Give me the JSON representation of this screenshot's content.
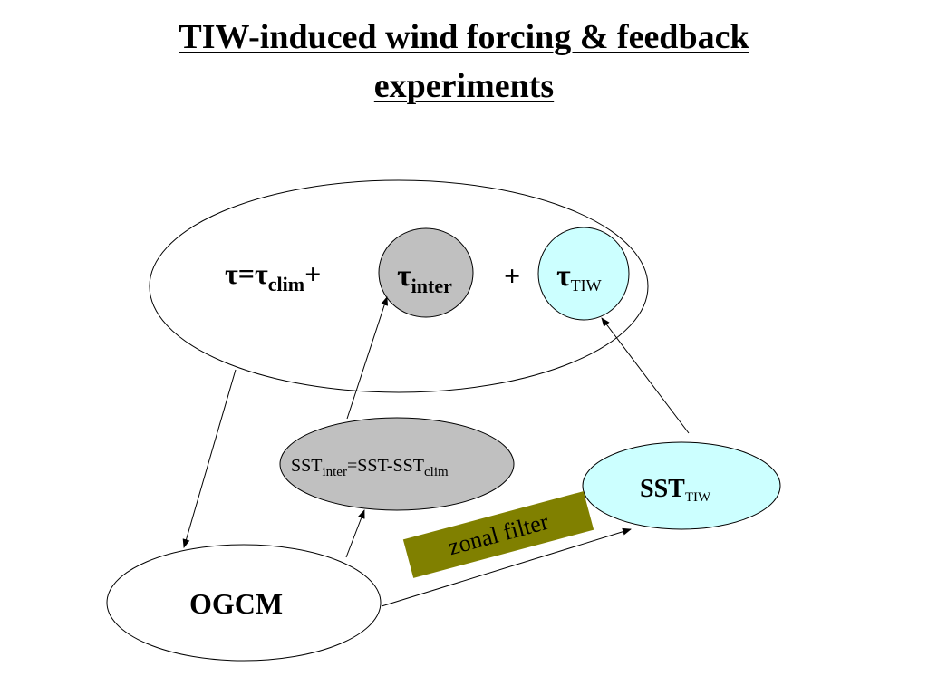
{
  "title": {
    "line1": "TIW-induced wind forcing & feedback",
    "line2": "experiments"
  },
  "equation": {
    "tau": "τ=τ",
    "clim_sub": "clim",
    "plus1": "+",
    "inter_tau": "τ",
    "inter_sub": "inter",
    "plus2": "+",
    "tiw_tau": "τ",
    "tiw_sub": "TIW"
  },
  "nodes": {
    "sst_inter": {
      "prefix": "SST",
      "sub1": "inter",
      "middle": "=SST-SST",
      "sub2": "clim"
    },
    "sst_tiw": {
      "prefix": "SST",
      "sub": "TIW"
    },
    "ogcm": "OGCM",
    "zonal_filter": "zonal filter"
  },
  "colors": {
    "gray_fill": "#c0c0c0",
    "cyan_fill": "#ccffff",
    "olive_fill": "#808000",
    "stroke": "#000000"
  }
}
